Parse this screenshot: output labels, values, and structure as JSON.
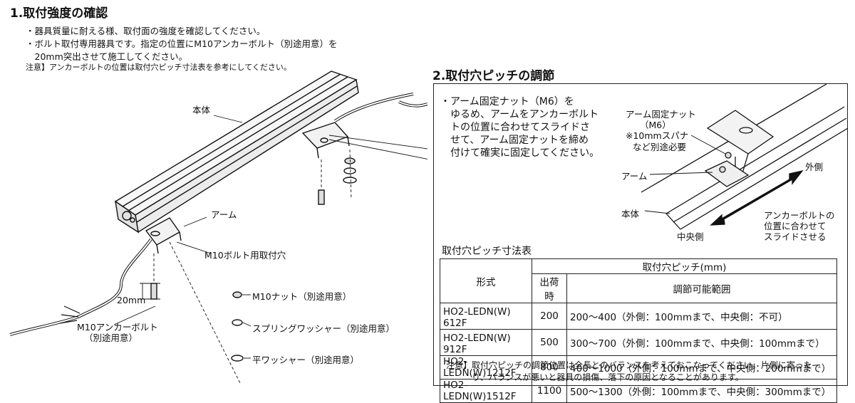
{
  "section1": {
    "title": "1.取付強度の確認",
    "lines": [
      "・器具質量に耐える様、取付面の強度を確認してください。",
      "・ボルト取付専用器具です。指定の位置にM10アンカーボルト（別途用意）を",
      "　20mm突出させて施工してください。"
    ],
    "note": "注意】アンカーボルトの位置は取付穴ピッチ寸法表を参考にしてください。"
  },
  "section2": {
    "title": "2.取付穴ピッチの調節",
    "lines": [
      "・アーム固定ナット（M6）を",
      "　ゆるめ、アームをアンカーボルト",
      "　トの位置に合わせてスライドさ",
      "　せて、アーム固定ナットを締め",
      "　付けて確実に固定してください。"
    ]
  },
  "labels1": {
    "body": "本体",
    "arm": "アーム",
    "hole": "M10ボルト用取付穴",
    "dim": "20mm",
    "anchor1": "M10アンカーボルト",
    "anchor2": "（別途用意）",
    "nut": "M10ナット（別途用意）",
    "spring": "スプリングワッシャー（別途用意）",
    "flat": "平ワッシャー（別途用意）"
  },
  "labels2": {
    "armnut1": "アーム固定ナット",
    "armnut2": "（M6）",
    "armnut3": "※10mmスパナ",
    "armnut4": "など別途必要",
    "arm": "アーム",
    "body": "本体",
    "outer": "外側",
    "center": "中央側",
    "slide1": "アンカーボルトの",
    "slide2": "位置に合わせて",
    "slide3": "スライドさせる"
  },
  "table": {
    "caption": "取付穴ピッチ寸法表",
    "h_model": "形式",
    "h_pitch": "取付穴ピッチ(mm)",
    "h_ship": "出荷時",
    "h_range": "調節可能範囲",
    "rows": [
      {
        "model": "HO2-LEDN(W)　612F",
        "ship": "200",
        "range": "200～400（外側：100mmまで、中央側：不可）"
      },
      {
        "model": "HO2-LEDN(W)　912F",
        "ship": "500",
        "range": "300～700（外側：100mmまで、中央側：100mmまで）"
      },
      {
        "model": "HO2-LEDN(W)1212F",
        "ship": "800",
        "range": "400～1000（外側：100mmまで、中央側：200mmまで）"
      },
      {
        "model": "HO2-LEDN(W)1512F",
        "ship": "1100",
        "range": "500～1300（外側：100mmまで、中央側：300mmまで）"
      }
    ]
  },
  "note2": [
    "注意】取付穴ピッチの調節位置は全長とのバランスを考えておこなってください。片側に寄った",
    "　　　り、バランスが悪いと器具の損傷、落下の原因となることがあります。"
  ]
}
